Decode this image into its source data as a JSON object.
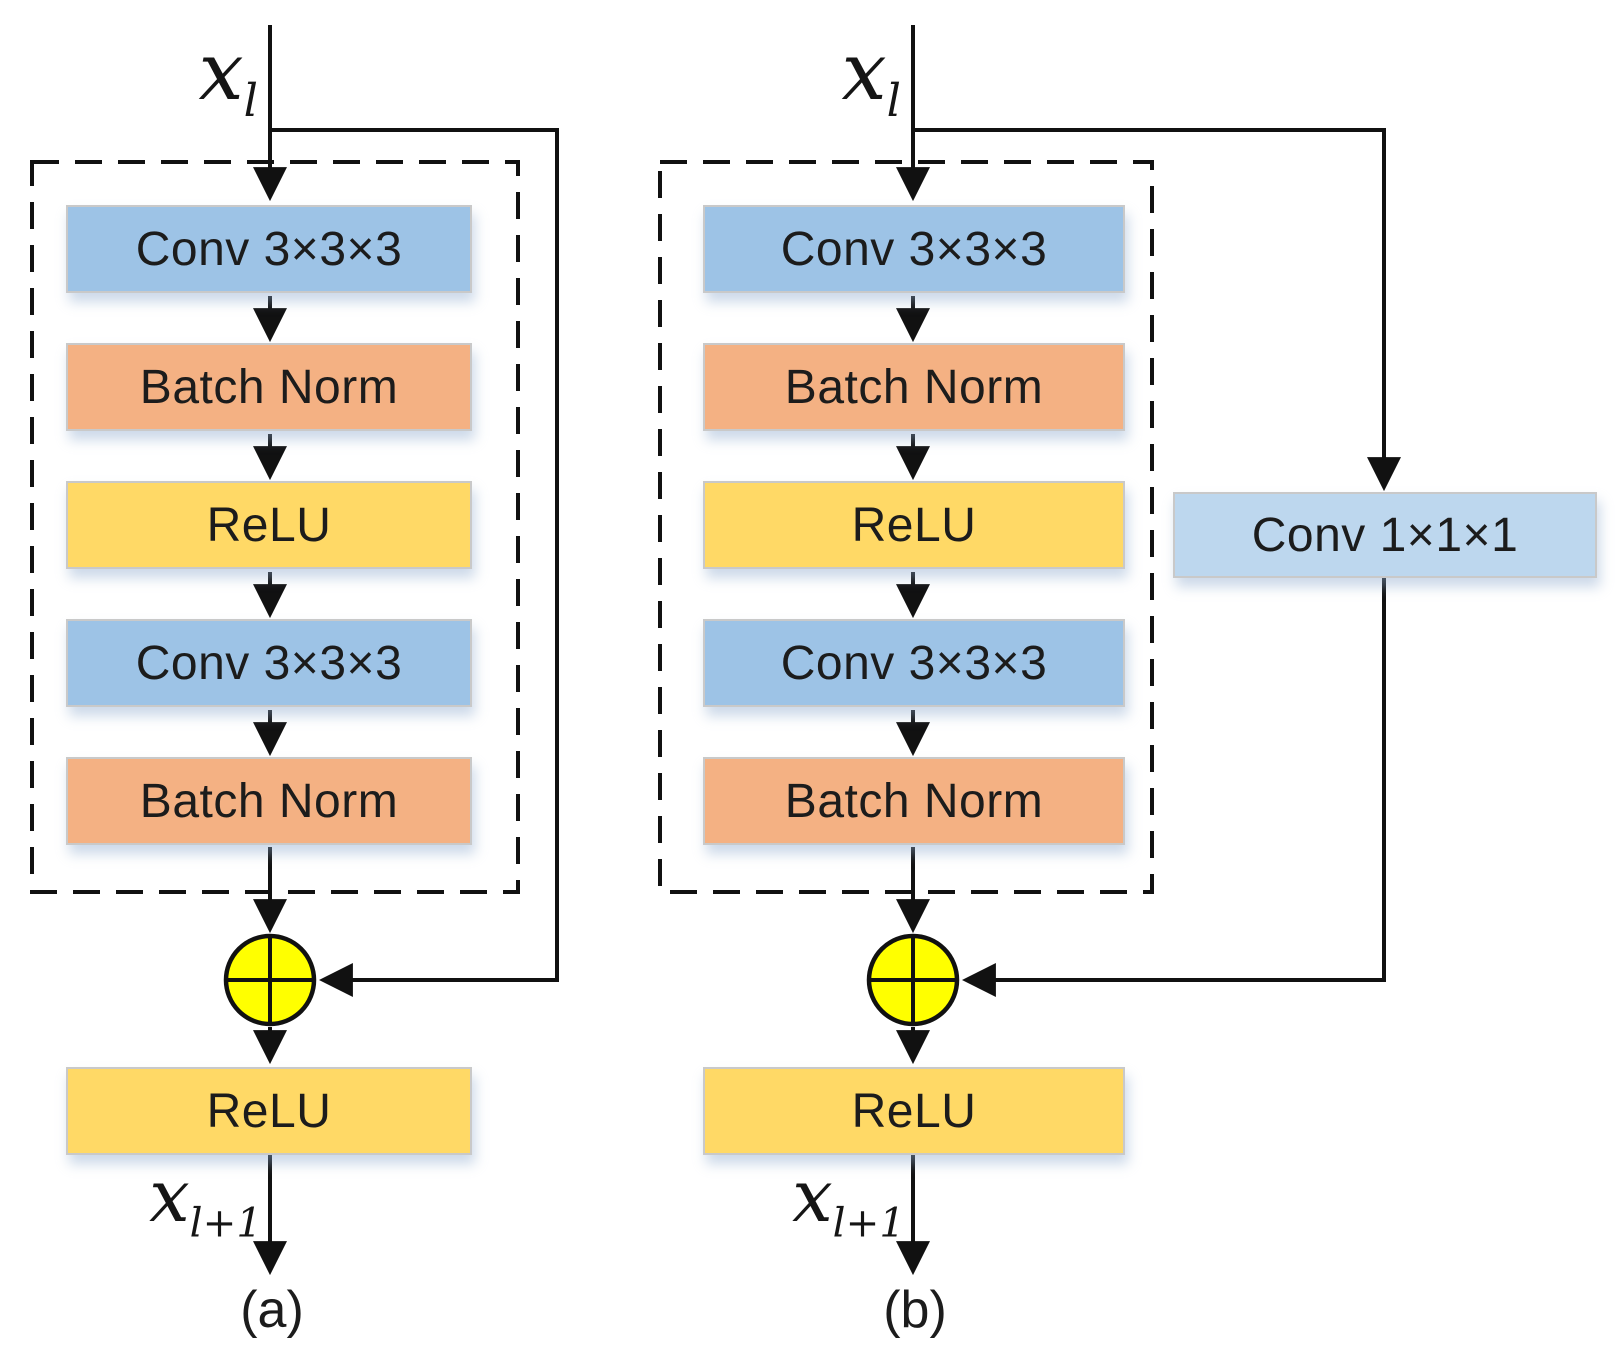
{
  "figure": {
    "colors": {
      "conv_block": "#9DC3E6",
      "batch_norm_block": "#F4B183",
      "relu_block": "#FFD966",
      "shortcut_conv_block": "#BDD7EE",
      "sum_node_fill": "#FFFF00",
      "line": "#111111",
      "background": "#FFFFFF"
    },
    "sum_node_symbol": "⊕",
    "panels": [
      {
        "caption": "(a)",
        "input_label": {
          "base": "x",
          "sub": "l"
        },
        "output_label": {
          "base": "x",
          "sub": "l+1"
        },
        "blocks": [
          {
            "label": "Conv 3×3×3"
          },
          {
            "label": "Batch Norm"
          },
          {
            "label": "ReLU"
          },
          {
            "label": "Conv 3×3×3"
          },
          {
            "label": "Batch Norm"
          }
        ],
        "post_block": {
          "label": "ReLU"
        },
        "shortcut": {
          "type": "identity"
        }
      },
      {
        "caption": "(b)",
        "input_label": {
          "base": "x",
          "sub": "l"
        },
        "output_label": {
          "base": "x",
          "sub": "l+1"
        },
        "blocks": [
          {
            "label": "Conv 3×3×3"
          },
          {
            "label": "Batch Norm"
          },
          {
            "label": "ReLU"
          },
          {
            "label": "Conv 3×3×3"
          },
          {
            "label": "Batch Norm"
          }
        ],
        "post_block": {
          "label": "ReLU"
        },
        "shortcut": {
          "type": "projection",
          "label": "Conv 1×1×1"
        }
      }
    ]
  }
}
